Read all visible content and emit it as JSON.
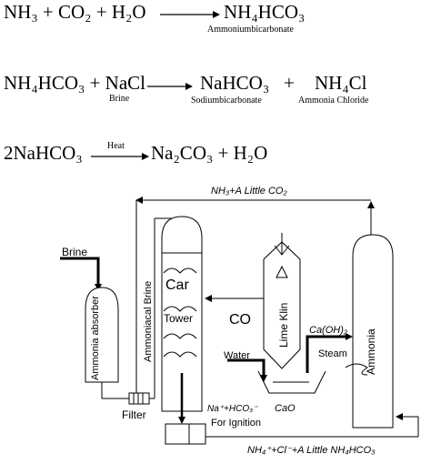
{
  "equations": {
    "eq1": {
      "lhs": "NH₃ + CO₂ + H₂O",
      "rhs": "NH₄HCO₃",
      "rhs_note": "Ammoniumbicarbonate"
    },
    "eq2": {
      "lhs": "NH₄HCO₃ + NaCl",
      "lhs_note": "Brine",
      "rhs1": "NaHCO₃",
      "rhs1_note": "Sodiumbicarbonate",
      "plus": "+",
      "rhs2": "NH₄Cl",
      "rhs2_note": "Ammonia Chloride"
    },
    "eq3": {
      "lhs": "2NaHCO₃",
      "arrow_note": "Heat",
      "rhs": "Na₂CO₃ + H₂O"
    }
  },
  "diagram": {
    "top_flow_label": "NH₃+A Little CO₂",
    "brine_label": "Brine",
    "absorber_label": "Ammonia absorber",
    "ammoniacal_brine_label": "Ammoniacal Brine",
    "car_label": "Car",
    "tower_label": "Tower",
    "co_label": "CO",
    "lime_klin_label": "Lime Klin",
    "caoh2_label": "Ca(OH)₂",
    "ammonia_label": "Ammonia",
    "steam_label": "Steam",
    "water_label": "Water",
    "filter_label": "Filter",
    "na_hco3_label": "Na⁺+HCO₃⁻",
    "cao_label": "CaO",
    "ignition_label": "For Ignition",
    "bottom_flow_label": "NH₄⁺+Cl⁻+A Little NH₄HCO₃"
  }
}
